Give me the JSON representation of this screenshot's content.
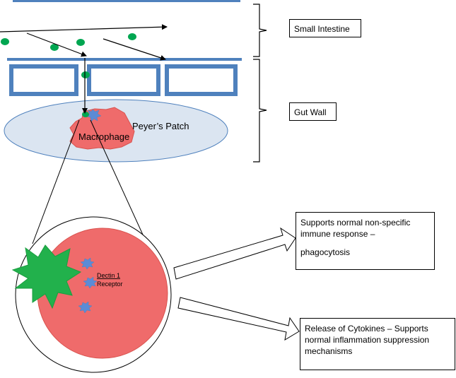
{
  "regions": {
    "small_intestine": "Small Intestine",
    "gut_wall": "Gut Wall"
  },
  "labels": {
    "peyers_patch": "Peyer’s Patch",
    "macrophage": "Macrophage",
    "dectin_line1": "Dectin 1",
    "dectin_line2": "Receptor"
  },
  "outcomes": {
    "top_line1": "Supports normal non-specific",
    "top_line2": "immune response –",
    "top_line3": "phagocytosis",
    "bottom_line1": "Release of Cytokines – Supports",
    "bottom_line2": "normal inflammation suppression",
    "bottom_line3": "mechanisms"
  },
  "colors": {
    "wall_blue": "#4f81bd",
    "wall_fill": "#ffffff",
    "particle_green": "#00a651",
    "patch_fill": "#dbe5f1",
    "macrophage_fill": "#ef6b6b",
    "receptor_blue": "#5b8bd6",
    "yeast_green": "#22b14c"
  }
}
